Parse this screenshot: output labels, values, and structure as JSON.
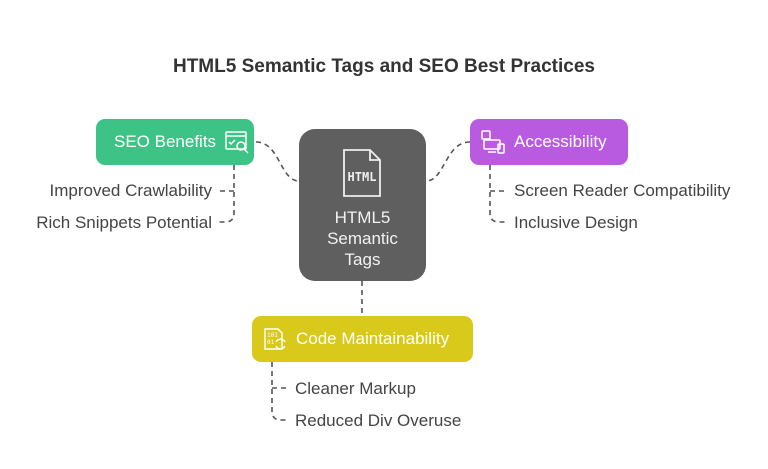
{
  "title": "HTML5 Semantic Tags and SEO Best Practices",
  "center": {
    "icon": "html-file-icon",
    "icon_text": "HTML",
    "label_lines": [
      "HTML5",
      "Semantic",
      "Tags"
    ]
  },
  "branches": {
    "seo": {
      "label": "SEO Benefits",
      "icon": "seo-browser-search-icon",
      "color": "#3dc386",
      "items": [
        "Improved Crawlability",
        "Rich Snippets Potential"
      ]
    },
    "accessibility": {
      "label": "Accessibility",
      "icon": "devices-icon",
      "color": "#b85be0",
      "items": [
        "Screen Reader Compatibility",
        "Inclusive Design"
      ]
    },
    "code": {
      "label": "Code Maintainability",
      "icon": "code-refresh-icon",
      "color": "#d9c91b",
      "items": [
        "Cleaner Markup",
        "Reduced Div Overuse"
      ]
    }
  }
}
